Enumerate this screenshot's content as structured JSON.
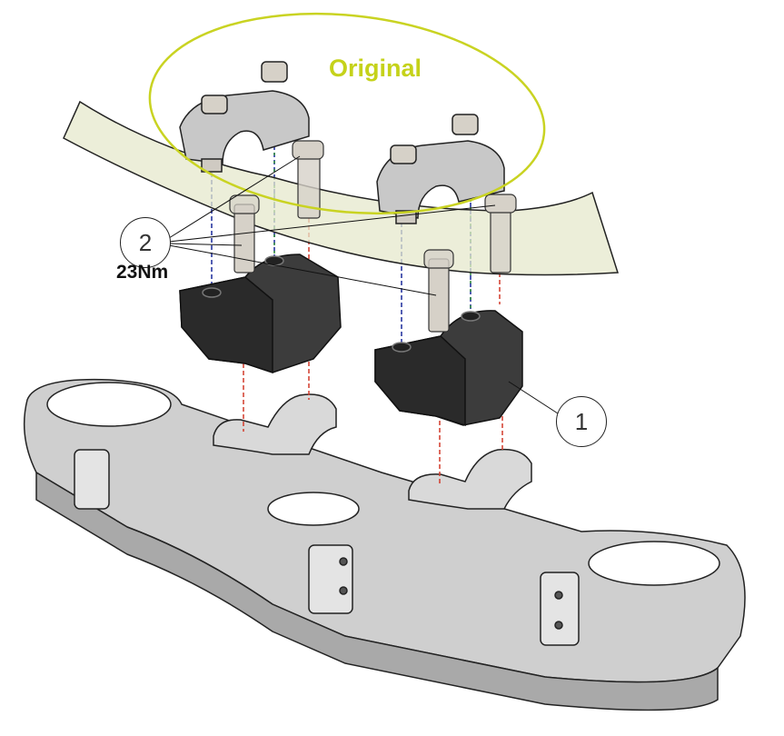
{
  "labels": {
    "original": "Original",
    "torque": "23Nm",
    "callout_2": "2",
    "callout_1": "1"
  },
  "colors": {
    "original_highlight": "#c9d322",
    "handlebar": "#e6e8cc",
    "riser": "#3a3a3a",
    "triple_clamp": "#c9c9c9",
    "clamp": "#c4c4c4"
  }
}
